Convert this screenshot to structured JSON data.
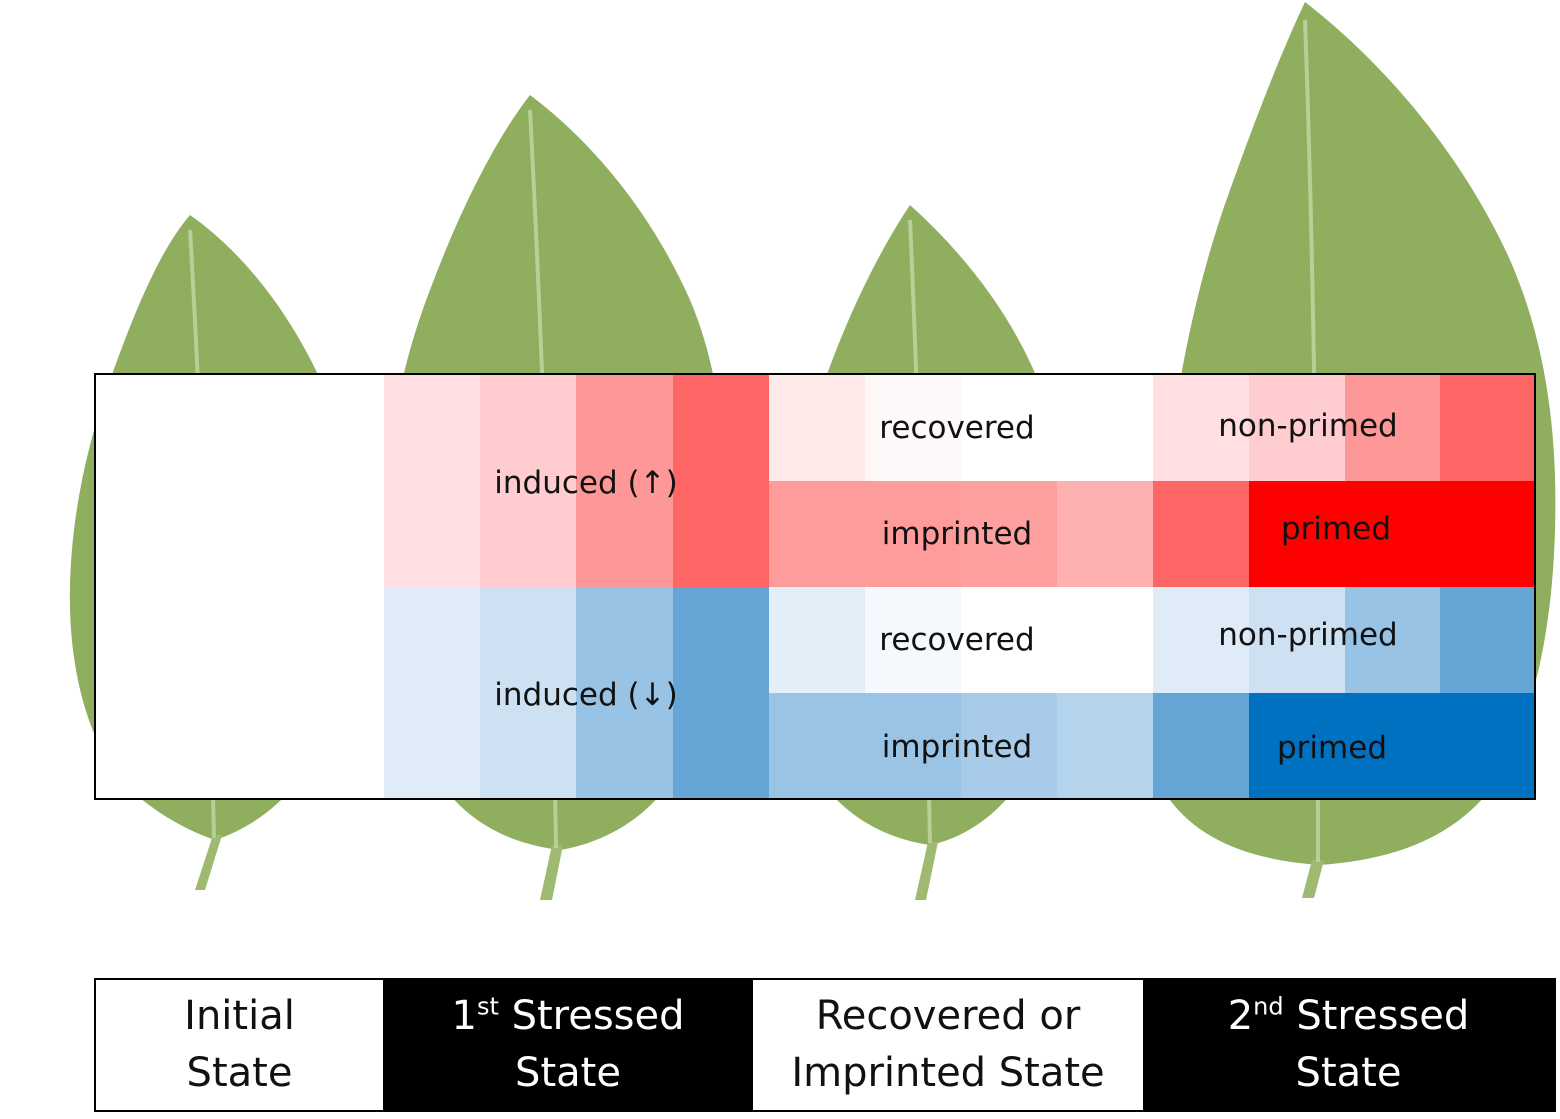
{
  "colors": {
    "leaf": "#8fae5e",
    "leaf_vein": "#b9cf95",
    "up_shades": [
      "#ffdfe2",
      "#ffcccf",
      "#fe9898",
      "#fe6666",
      "#ffeaea",
      "#fff8f8",
      "#ffffff",
      "#fe9b9b",
      "#fea0a0",
      "#ffb0b0",
      "#ff0000"
    ],
    "down_shades": [
      "#dfebf6",
      "#cde1f2",
      "#98c3e5",
      "#66a6d6",
      "#e2eef8",
      "#f5f9fd",
      "#9ac4e5",
      "#a7cbe8",
      "#b4d4ed",
      "#0070c0"
    ]
  },
  "diagram": {
    "up": {
      "induced_label": "induced (↑)",
      "recovered_label": "recovered",
      "imprinted_label": "imprinted",
      "non_primed_label": "non-primed",
      "primed_label": "primed"
    },
    "down": {
      "induced_label": "induced (↓)",
      "recovered_label": "recovered",
      "imprinted_label": "imprinted",
      "non_primed_label": "non-primed",
      "primed_label": "primed"
    }
  },
  "stages": [
    {
      "line1": "Initial",
      "line2": "State",
      "style": "light"
    },
    {
      "line1_num": "1",
      "line1_sup": "st",
      "line1_rest": " Stressed",
      "line2": "State",
      "style": "dark"
    },
    {
      "line1": "Recovered or",
      "line2": "Imprinted State",
      "style": "light"
    },
    {
      "line1_num": "2",
      "line1_sup": "nd",
      "line1_rest": " Stressed",
      "line2": "State",
      "style": "dark"
    }
  ]
}
